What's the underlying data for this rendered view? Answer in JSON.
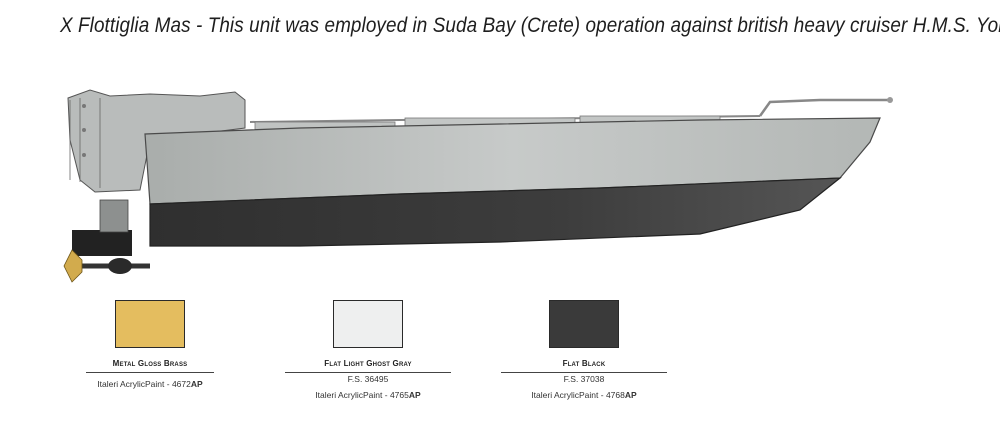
{
  "title": "X Flottiglia Mas - This unit was employed in Suda Bay (Crete) operation against british heavy cruiser H.M.S. York",
  "colors": [
    {
      "name": "Metal Gloss Brass",
      "fs": "",
      "brand": "Italeri AcrylicPaint - ",
      "code_num": "4672",
      "code_suffix": "AP",
      "hex": "#e4bd5f"
    },
    {
      "name": "Flat Light Ghost Gray",
      "fs": "F.S. 36495",
      "brand": "Italeri AcrylicPaint - ",
      "code_num": "4765",
      "code_suffix": "AP",
      "hex": "#eeefef"
    },
    {
      "name": "Flat Black",
      "fs": "F.S. 37038",
      "brand": "Italeri AcrylicPaint - ",
      "code_num": "4768",
      "code_suffix": "AP",
      "hex": "#3a3a3a"
    }
  ]
}
